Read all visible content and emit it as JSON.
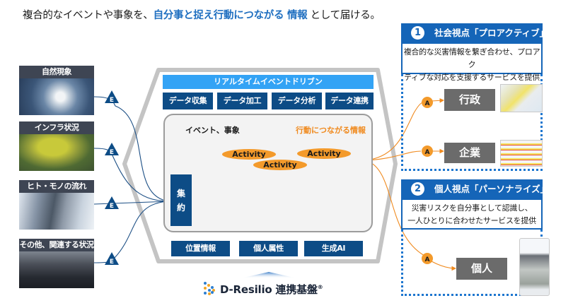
{
  "headline": {
    "prefix": "複合的なイベントや事象を、",
    "highlight": "自分事と捉え行動につながる 情報",
    "suffix": " として届ける。"
  },
  "sources": [
    {
      "label": "自然現象",
      "image": "typhoon-satellite"
    },
    {
      "label": "インフラ状況",
      "image": "infrastructure-map"
    },
    {
      "label": "ヒト・モノの流れ",
      "image": "traffic-jam-snow"
    },
    {
      "label": "その他、関連する状況",
      "image": "crowd"
    }
  ],
  "event_marker": "E",
  "action_marker": "A",
  "platform": {
    "realtime_bar": "リアルタイムイベントドリブン",
    "processes": [
      "データ収集",
      "データ加工",
      "データ分析",
      "データ連携"
    ],
    "legend_event": "イベント、事象",
    "legend_action": "行動につながる情報",
    "aggregate": [
      "集",
      "約"
    ],
    "activities": [
      "Activity",
      "Activity",
      "Activity"
    ],
    "bottom_boxes": [
      "位置情報",
      "個人属性",
      "生成AI"
    ],
    "logo_text": "D-Resilio 連携基盤",
    "logo_mark": "®"
  },
  "panels": [
    {
      "number": "1",
      "title": "社会視点「プロアクティブ」",
      "description": [
        "複合的な災害情報を繋ぎ合わせ、プロアク",
        "ティブな対応を支援するサービスを提供"
      ],
      "targets": [
        {
          "label": "行政",
          "thumbnail": "hazard-map-screen"
        },
        {
          "label": "企業",
          "thumbnail": "dashboard-table-screen"
        }
      ]
    },
    {
      "number": "2",
      "title": "個人視点「パーソナライズ」",
      "description": [
        "災害リスクを自分事として認識し、",
        "一人ひとりに合わせたサービスを提供"
      ],
      "targets": [
        {
          "label": "個人",
          "thumbnail": "smartphone-app-screen"
        }
      ]
    }
  ],
  "colors": {
    "navy": "#0d4c86",
    "sky": "#33a3f5",
    "panel_blue": "#1565b8",
    "orange": "#f39a2b",
    "activity_band": "#fbd96a",
    "gray_box": "#6b6b6b",
    "highlight_text": "#1f6fc0"
  }
}
